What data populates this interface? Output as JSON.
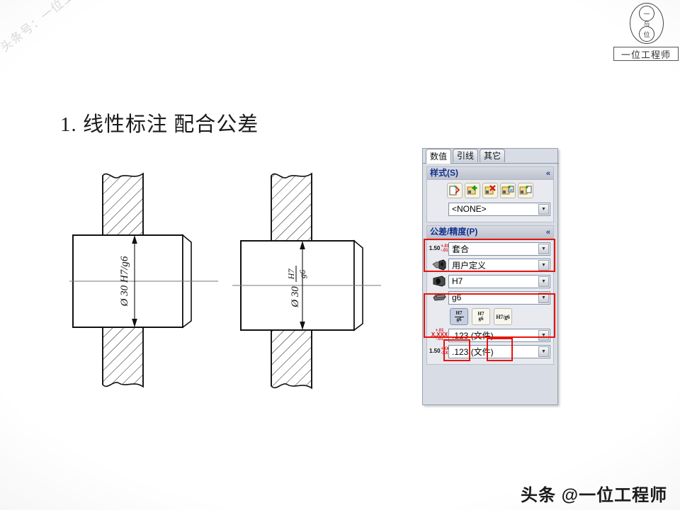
{
  "slide": {
    "title": "1. 线性标注 配合公差",
    "watermark_diagonal": "头条号：一位工程师",
    "credit": "头条 @一位工程师"
  },
  "logo": {
    "caption": "一位工程师",
    "mark_top": "一",
    "mark_middle": "与",
    "mark_bottom": "位"
  },
  "drawings": [
    {
      "id": "drawing-left",
      "label": "Ø 30 H7/g6",
      "notation": "inline",
      "dimension_value": "30",
      "diameter_symbol": "Ø",
      "hole_fit": "H7",
      "shaft_fit": "g6",
      "separator": "/"
    },
    {
      "id": "drawing-right",
      "label": "Ø 30 H7 over g6",
      "notation": "stacked",
      "dimension_value": "30",
      "diameter_symbol": "Ø",
      "hole_fit": "H7",
      "shaft_fit": "g6"
    }
  ],
  "panel": {
    "tabs": [
      {
        "label": "数值",
        "active": true
      },
      {
        "label": "引线",
        "active": false
      },
      {
        "label": "其它",
        "active": false
      }
    ],
    "style_group": {
      "header": "样式(S)",
      "collapse_glyph": "«",
      "buttons": [
        "apply-default-style-button",
        "add-style-button",
        "delete-style-button",
        "save-style-button",
        "load-style-button"
      ],
      "style_combo": "<NONE>"
    },
    "tolerance_group": {
      "header": "公差/精度(P)",
      "collapse_glyph": "«",
      "tolerance_type": "套合",
      "fit_type": "用户定义",
      "hole_fit": "H7",
      "shaft_fit": "g6",
      "fit_display_buttons": [
        {
          "name": "stacked-fit-button",
          "top": "H7",
          "bottom": "g6",
          "selected": true
        },
        {
          "name": "linear-fit-button",
          "top": "H7",
          "bottom": "g6",
          "selected": false
        },
        {
          "name": "fraction-fit-button",
          "text": "H7/g6",
          "selected": false
        }
      ],
      "primary_precision": ".123 (文件)",
      "tolerance_precision": ".123 (文件)",
      "glyph_primary_base": "X.XXX",
      "glyph_tolerance_base": "1.50",
      "glyph_tol_plus": "+.01",
      "glyph_tol_minus": "-.01",
      "glyph_prec_plus": "+XX",
      "glyph_prec_minus": "-XX"
    }
  },
  "colors": {
    "accent_red": "#e8140c",
    "group_header_text": "#13308e",
    "panel_bg": "#d8dce4"
  }
}
